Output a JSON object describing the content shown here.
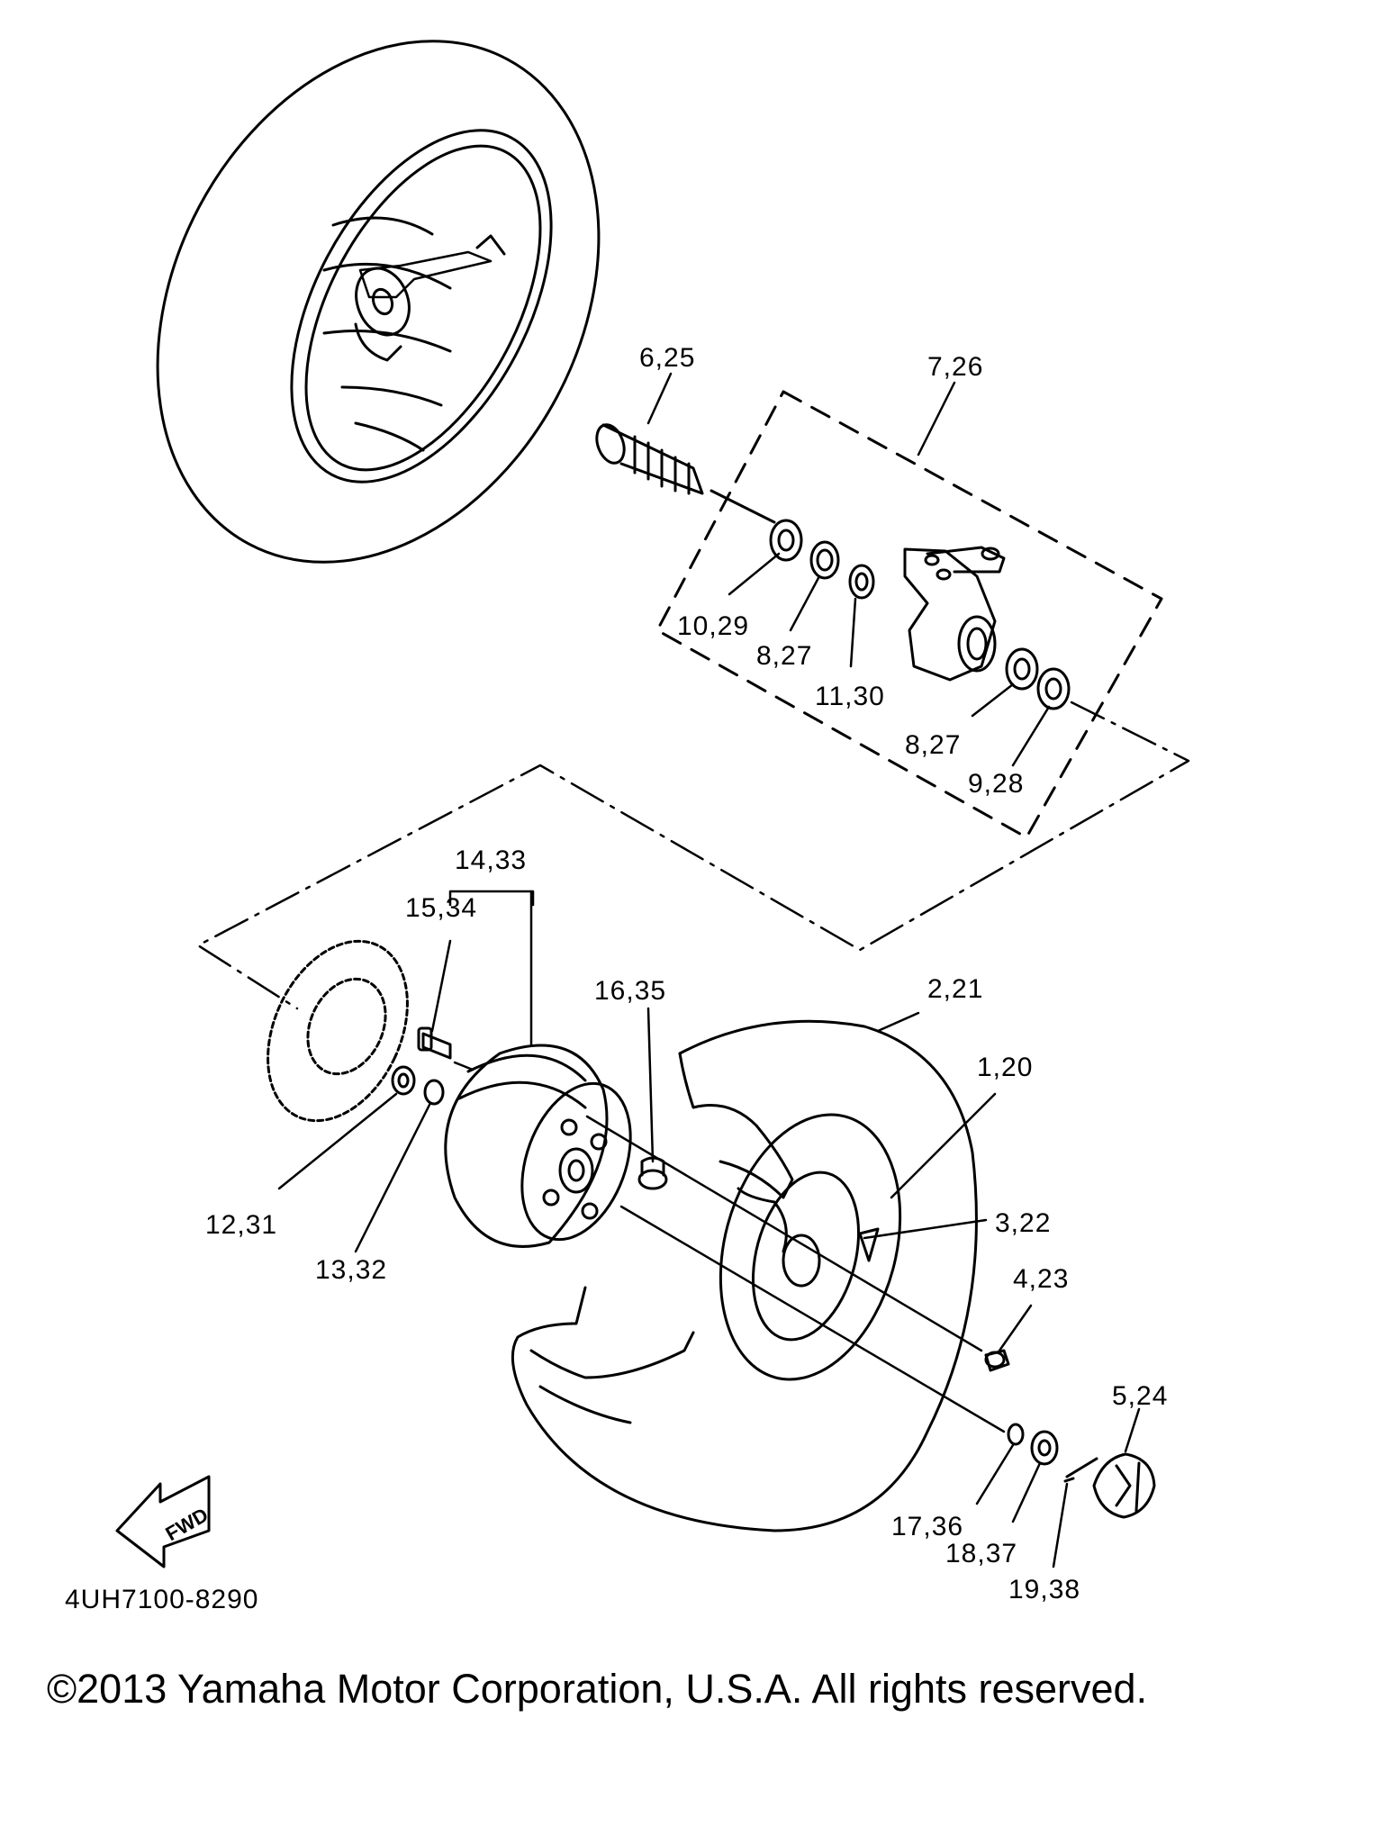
{
  "diagram": {
    "drawing_number": "4UH7100-8290",
    "copyright": "©2013 Yamaha Motor Corporation, U.S.A. All rights reserved.",
    "fwd_label": "FWD",
    "callouts": [
      {
        "id": "c-6-25",
        "text": "6,25"
      },
      {
        "id": "c-7-26",
        "text": "7,26"
      },
      {
        "id": "c-10-29",
        "text": "10,29"
      },
      {
        "id": "c-8-27-a",
        "text": "8,27"
      },
      {
        "id": "c-11-30",
        "text": "11,30"
      },
      {
        "id": "c-8-27-b",
        "text": "8,27"
      },
      {
        "id": "c-9-28",
        "text": "9,28"
      },
      {
        "id": "c-14-33",
        "text": "14,33"
      },
      {
        "id": "c-15-34",
        "text": "15,34"
      },
      {
        "id": "c-16-35",
        "text": "16,35"
      },
      {
        "id": "c-2-21",
        "text": "2,21"
      },
      {
        "id": "c-1-20",
        "text": "1,20"
      },
      {
        "id": "c-3-22",
        "text": "3,22"
      },
      {
        "id": "c-12-31",
        "text": "12,31"
      },
      {
        "id": "c-13-32",
        "text": "13,32"
      },
      {
        "id": "c-4-23",
        "text": "4,23"
      },
      {
        "id": "c-5-24",
        "text": "5,24"
      },
      {
        "id": "c-17-36",
        "text": "17,36"
      },
      {
        "id": "c-18-37",
        "text": "18,37"
      },
      {
        "id": "c-19-38",
        "text": "19,38"
      }
    ]
  }
}
